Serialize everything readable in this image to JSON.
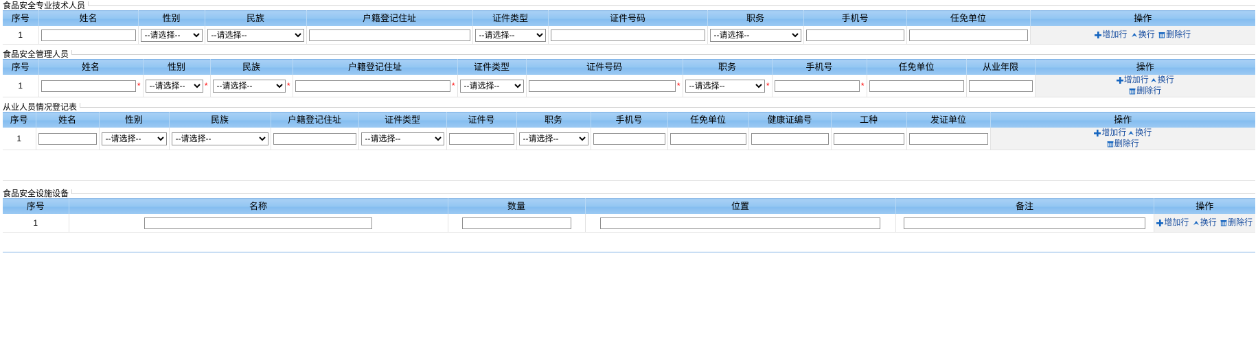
{
  "colors": {
    "header_blue": "#93c6f2",
    "header_border": "#7fb2e5",
    "link_blue": "#1a4fa0",
    "required_red": "#ff0000",
    "ops_bg": "#f2f2f2"
  },
  "ops": {
    "add_row": "增加行",
    "swap_row": "换行",
    "delete_row": "删除行",
    "add_icon": "plus-icon",
    "swap_icon": "swap-arrow-icon",
    "delete_icon": "trash-icon"
  },
  "placeholders": {
    "select_default": "--请选择--"
  },
  "sections": [
    {
      "id": "tech-staff",
      "legend": "食品安全专业技术人员",
      "columns": [
        "序号",
        "姓名",
        "性别",
        "民族",
        "户籍登记住址",
        "证件类型",
        "证件号码",
        "职务",
        "手机号",
        "任免单位",
        "操作"
      ],
      "rows": [
        {
          "index": "1",
          "cells": [
            {
              "type": "text",
              "name": "name-input",
              "value": "",
              "required": false
            },
            {
              "type": "select",
              "name": "gender-select",
              "value": "--请选择--",
              "required": false
            },
            {
              "type": "select",
              "name": "ethnicity-select",
              "value": "--请选择--",
              "required": false
            },
            {
              "type": "text",
              "name": "address-input",
              "value": "",
              "required": false
            },
            {
              "type": "select",
              "name": "id-type-select",
              "value": "--请选择--",
              "required": false
            },
            {
              "type": "text",
              "name": "id-number-input",
              "value": "",
              "required": false
            },
            {
              "type": "select",
              "name": "position-select",
              "value": "--请选择--",
              "required": false
            },
            {
              "type": "text",
              "name": "phone-input",
              "value": "",
              "required": false
            },
            {
              "type": "text",
              "name": "appoint-unit-input",
              "value": "",
              "required": false
            }
          ]
        }
      ]
    },
    {
      "id": "safety-manager",
      "legend": "食品安全管理人员",
      "columns": [
        "序号",
        "姓名",
        "性别",
        "民族",
        "户籍登记住址",
        "证件类型",
        "证件号码",
        "职务",
        "手机号",
        "任免单位",
        "从业年限",
        "操作"
      ],
      "rows": [
        {
          "index": "1",
          "cells": [
            {
              "type": "text",
              "name": "name-input",
              "value": "",
              "required": true
            },
            {
              "type": "select",
              "name": "gender-select",
              "value": "--请选择--",
              "required": true
            },
            {
              "type": "select",
              "name": "ethnicity-select",
              "value": "--请选择--",
              "required": true
            },
            {
              "type": "text",
              "name": "address-input",
              "value": "",
              "required": true
            },
            {
              "type": "select",
              "name": "id-type-select",
              "value": "--请选择--",
              "required": false
            },
            {
              "type": "text",
              "name": "id-number-input",
              "value": "",
              "required": true
            },
            {
              "type": "select",
              "name": "position-select",
              "value": "--请选择--",
              "required": true
            },
            {
              "type": "text",
              "name": "phone-input",
              "value": "",
              "required": true
            },
            {
              "type": "text",
              "name": "appoint-unit-input",
              "value": "",
              "required": false
            },
            {
              "type": "text",
              "name": "years-input",
              "value": "",
              "required": false
            }
          ]
        }
      ]
    },
    {
      "id": "employee-registry",
      "legend": "从业人员情况登记表",
      "columns": [
        "序号",
        "姓名",
        "性别",
        "民族",
        "户籍登记住址",
        "证件类型",
        "证件号",
        "职务",
        "手机号",
        "任免单位",
        "健康证编号",
        "工种",
        "发证单位",
        "操作"
      ],
      "rows": [
        {
          "index": "1",
          "cells": [
            {
              "type": "text",
              "name": "name-input",
              "value": "",
              "required": false
            },
            {
              "type": "select",
              "name": "gender-select",
              "value": "--请选择--",
              "required": false
            },
            {
              "type": "select",
              "name": "ethnicity-select",
              "value": "--请选择--",
              "required": false
            },
            {
              "type": "text",
              "name": "address-input",
              "value": "",
              "required": false
            },
            {
              "type": "select",
              "name": "id-type-select",
              "value": "--请选择--",
              "required": false
            },
            {
              "type": "text",
              "name": "id-number-input",
              "value": "",
              "required": false
            },
            {
              "type": "select",
              "name": "position-select",
              "value": "--请选择--",
              "required": false
            },
            {
              "type": "text",
              "name": "phone-input",
              "value": "",
              "required": false
            },
            {
              "type": "text",
              "name": "appoint-unit-input",
              "value": "",
              "required": false
            },
            {
              "type": "text",
              "name": "health-cert-input",
              "value": "",
              "required": false
            },
            {
              "type": "text",
              "name": "job-type-input",
              "value": "",
              "required": false
            },
            {
              "type": "text",
              "name": "issuing-unit-input",
              "value": "",
              "required": false
            }
          ]
        }
      ]
    },
    {
      "id": "facilities",
      "legend": "食品安全设施设备",
      "columns": [
        "序号",
        "名称",
        "数量",
        "位置",
        "备注",
        "操作"
      ],
      "rows": [
        {
          "index": "1",
          "cells": [
            {
              "type": "text",
              "name": "facility-name-input",
              "value": "",
              "required": false
            },
            {
              "type": "text",
              "name": "facility-quantity-input",
              "value": "",
              "required": false
            },
            {
              "type": "text",
              "name": "facility-location-input",
              "value": "",
              "required": false
            },
            {
              "type": "text",
              "name": "facility-remark-input",
              "value": "",
              "required": false
            }
          ]
        }
      ]
    }
  ]
}
